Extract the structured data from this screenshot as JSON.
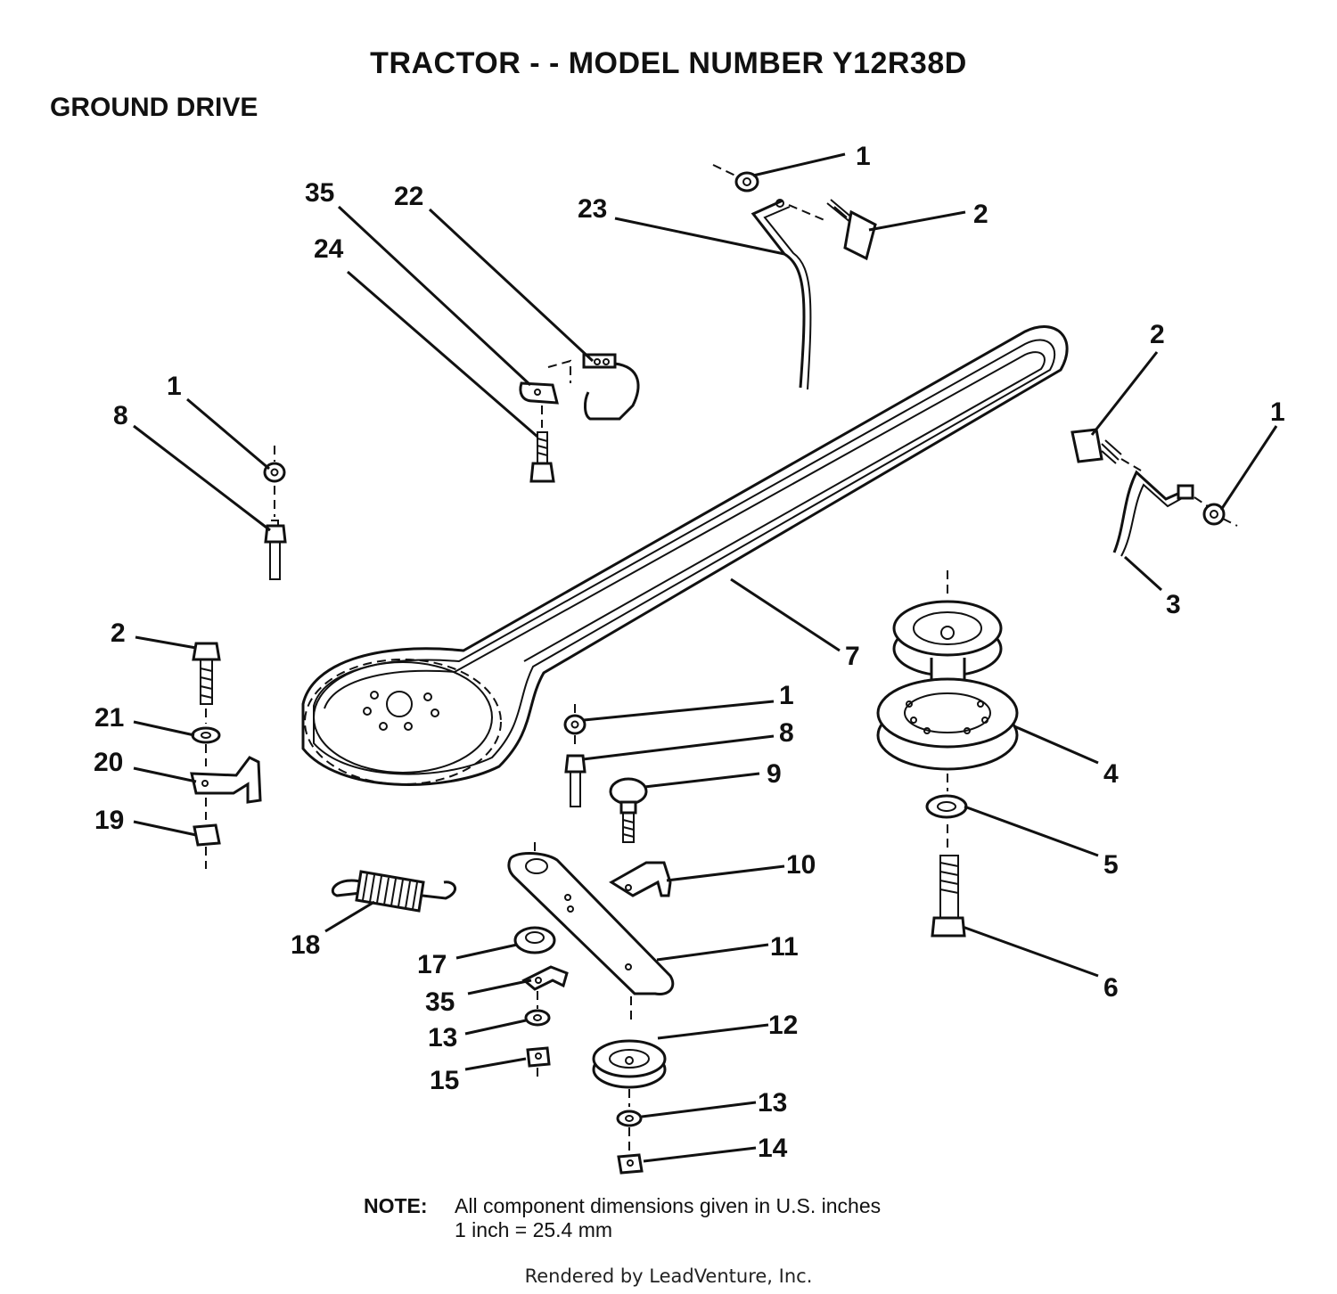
{
  "title": "TRACTOR - - MODEL NUMBER Y12R38D",
  "section": "GROUND DRIVE",
  "note": {
    "label": "NOTE:",
    "line1": "All component dimensions given in U.S. inches",
    "line2": "1 inch = 25.4 mm"
  },
  "footer": "Rendered by LeadVenture, Inc.",
  "callouts": [
    {
      "id": "c1a",
      "label": "1"
    },
    {
      "id": "c2a",
      "label": "2"
    },
    {
      "id": "c23",
      "label": "23"
    },
    {
      "id": "c35a",
      "label": "35"
    },
    {
      "id": "c22",
      "label": "22"
    },
    {
      "id": "c24",
      "label": "24"
    },
    {
      "id": "c2b",
      "label": "2"
    },
    {
      "id": "c1b",
      "label": "1"
    },
    {
      "id": "c1c",
      "label": "1"
    },
    {
      "id": "c8a",
      "label": "8"
    },
    {
      "id": "c3",
      "label": "3"
    },
    {
      "id": "c7",
      "label": "7"
    },
    {
      "id": "c2c",
      "label": "2"
    },
    {
      "id": "c21",
      "label": "21"
    },
    {
      "id": "c20",
      "label": "20"
    },
    {
      "id": "c19",
      "label": "19"
    },
    {
      "id": "c1d",
      "label": "1"
    },
    {
      "id": "c8b",
      "label": "8"
    },
    {
      "id": "c9",
      "label": "9"
    },
    {
      "id": "c4",
      "label": "4"
    },
    {
      "id": "c5",
      "label": "5"
    },
    {
      "id": "c10",
      "label": "10"
    },
    {
      "id": "c18",
      "label": "18"
    },
    {
      "id": "c11",
      "label": "11"
    },
    {
      "id": "c6",
      "label": "6"
    },
    {
      "id": "c17",
      "label": "17"
    },
    {
      "id": "c35b",
      "label": "35"
    },
    {
      "id": "c12",
      "label": "12"
    },
    {
      "id": "c13a",
      "label": "13"
    },
    {
      "id": "c15",
      "label": "15"
    },
    {
      "id": "c13b",
      "label": "13"
    },
    {
      "id": "c14",
      "label": "14"
    }
  ]
}
